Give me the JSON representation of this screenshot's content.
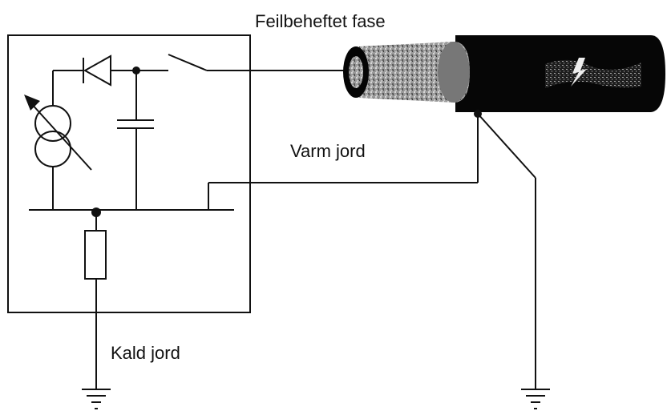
{
  "diagram": {
    "labels": {
      "faulty_phase": "Feilbeheftet fase",
      "warm_earth": "Varm jord",
      "cold_earth": "Kald jord"
    },
    "icons": {
      "source": "variable-current-source-icon",
      "diode": "diode-icon",
      "capacitor": "capacitor-icon",
      "switch": "switch-icon",
      "resistor": "resistor-icon",
      "ground": "ground-icon",
      "cable": "cable-icon",
      "fault": "lightning-icon"
    },
    "colors": {
      "line": "#111111",
      "cable_body": "#050505",
      "conductor": "#8a8a8a"
    }
  }
}
